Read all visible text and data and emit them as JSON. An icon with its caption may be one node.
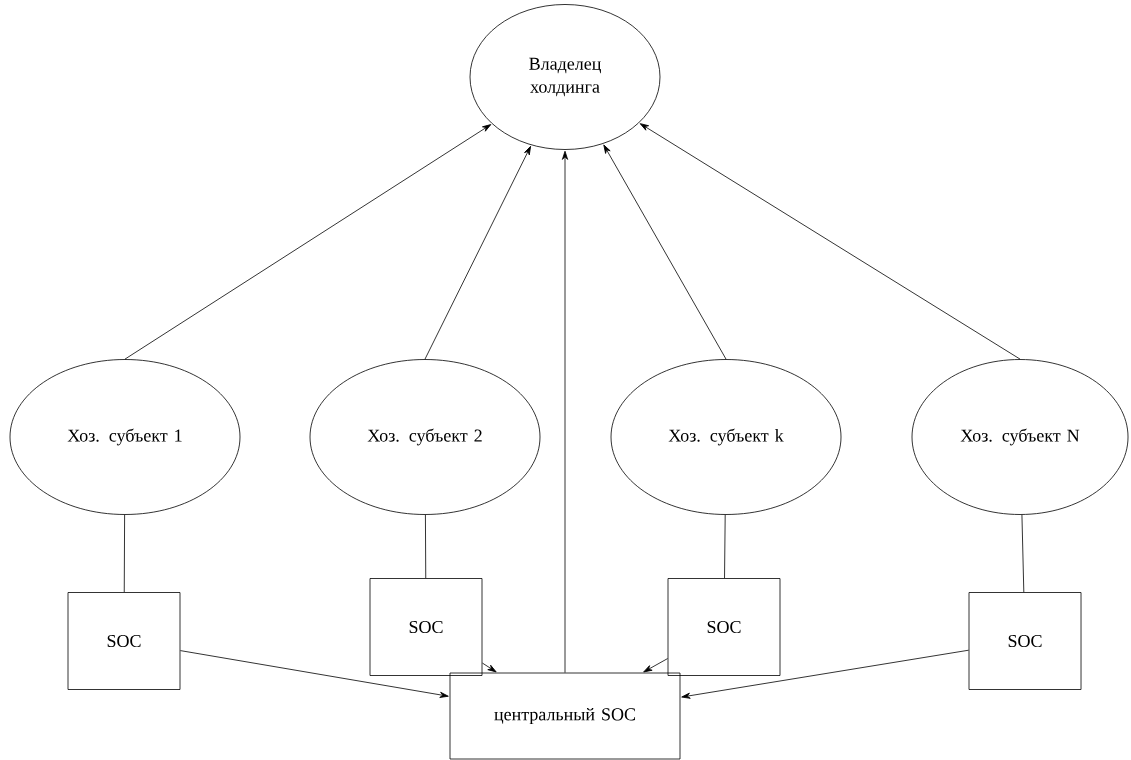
{
  "diagram": {
    "nodes": [
      {
        "text": [
          "Владелец холдинга"
        ]
      },
      {
        "text": [
          "Хоз. субъект 1"
        ]
      },
      {
        "text": [
          "Хоз. субъект 2"
        ]
      },
      {
        "text": [
          "Хоз. субъект k"
        ]
      },
      {
        "text": [
          "Хоз. субъект N"
        ]
      },
      {
        "text": [
          "SOC"
        ]
      },
      {
        "text": [
          "SOC"
        ]
      },
      {
        "text": [
          "SOC"
        ]
      },
      {
        "text": [
          "SOC"
        ]
      },
      {
        "text": [
          "центральный SOC"
        ]
      }
    ],
    "edges": [
      {
        "from": 1,
        "to": 0,
        "arrow": "to"
      },
      {
        "from": 2,
        "to": 0,
        "arrow": "to"
      },
      {
        "from": 9,
        "to": 0,
        "arrow": "to"
      },
      {
        "from": 3,
        "to": 0,
        "arrow": "to"
      },
      {
        "from": 4,
        "to": 0,
        "arrow": "to"
      },
      {
        "from": 1,
        "to": 5,
        "arrow": "none"
      },
      {
        "from": 2,
        "to": 6,
        "arrow": "none"
      },
      {
        "from": 3,
        "to": 7,
        "arrow": "none"
      },
      {
        "from": 4,
        "to": 8,
        "arrow": "none"
      },
      {
        "from": 5,
        "to": 9,
        "arrow": "to"
      },
      {
        "from": 6,
        "to": 9,
        "arrow": "to"
      },
      {
        "from": 7,
        "to": 9,
        "arrow": "to"
      },
      {
        "from": 8,
        "to": 9,
        "arrow": "to"
      }
    ]
  }
}
